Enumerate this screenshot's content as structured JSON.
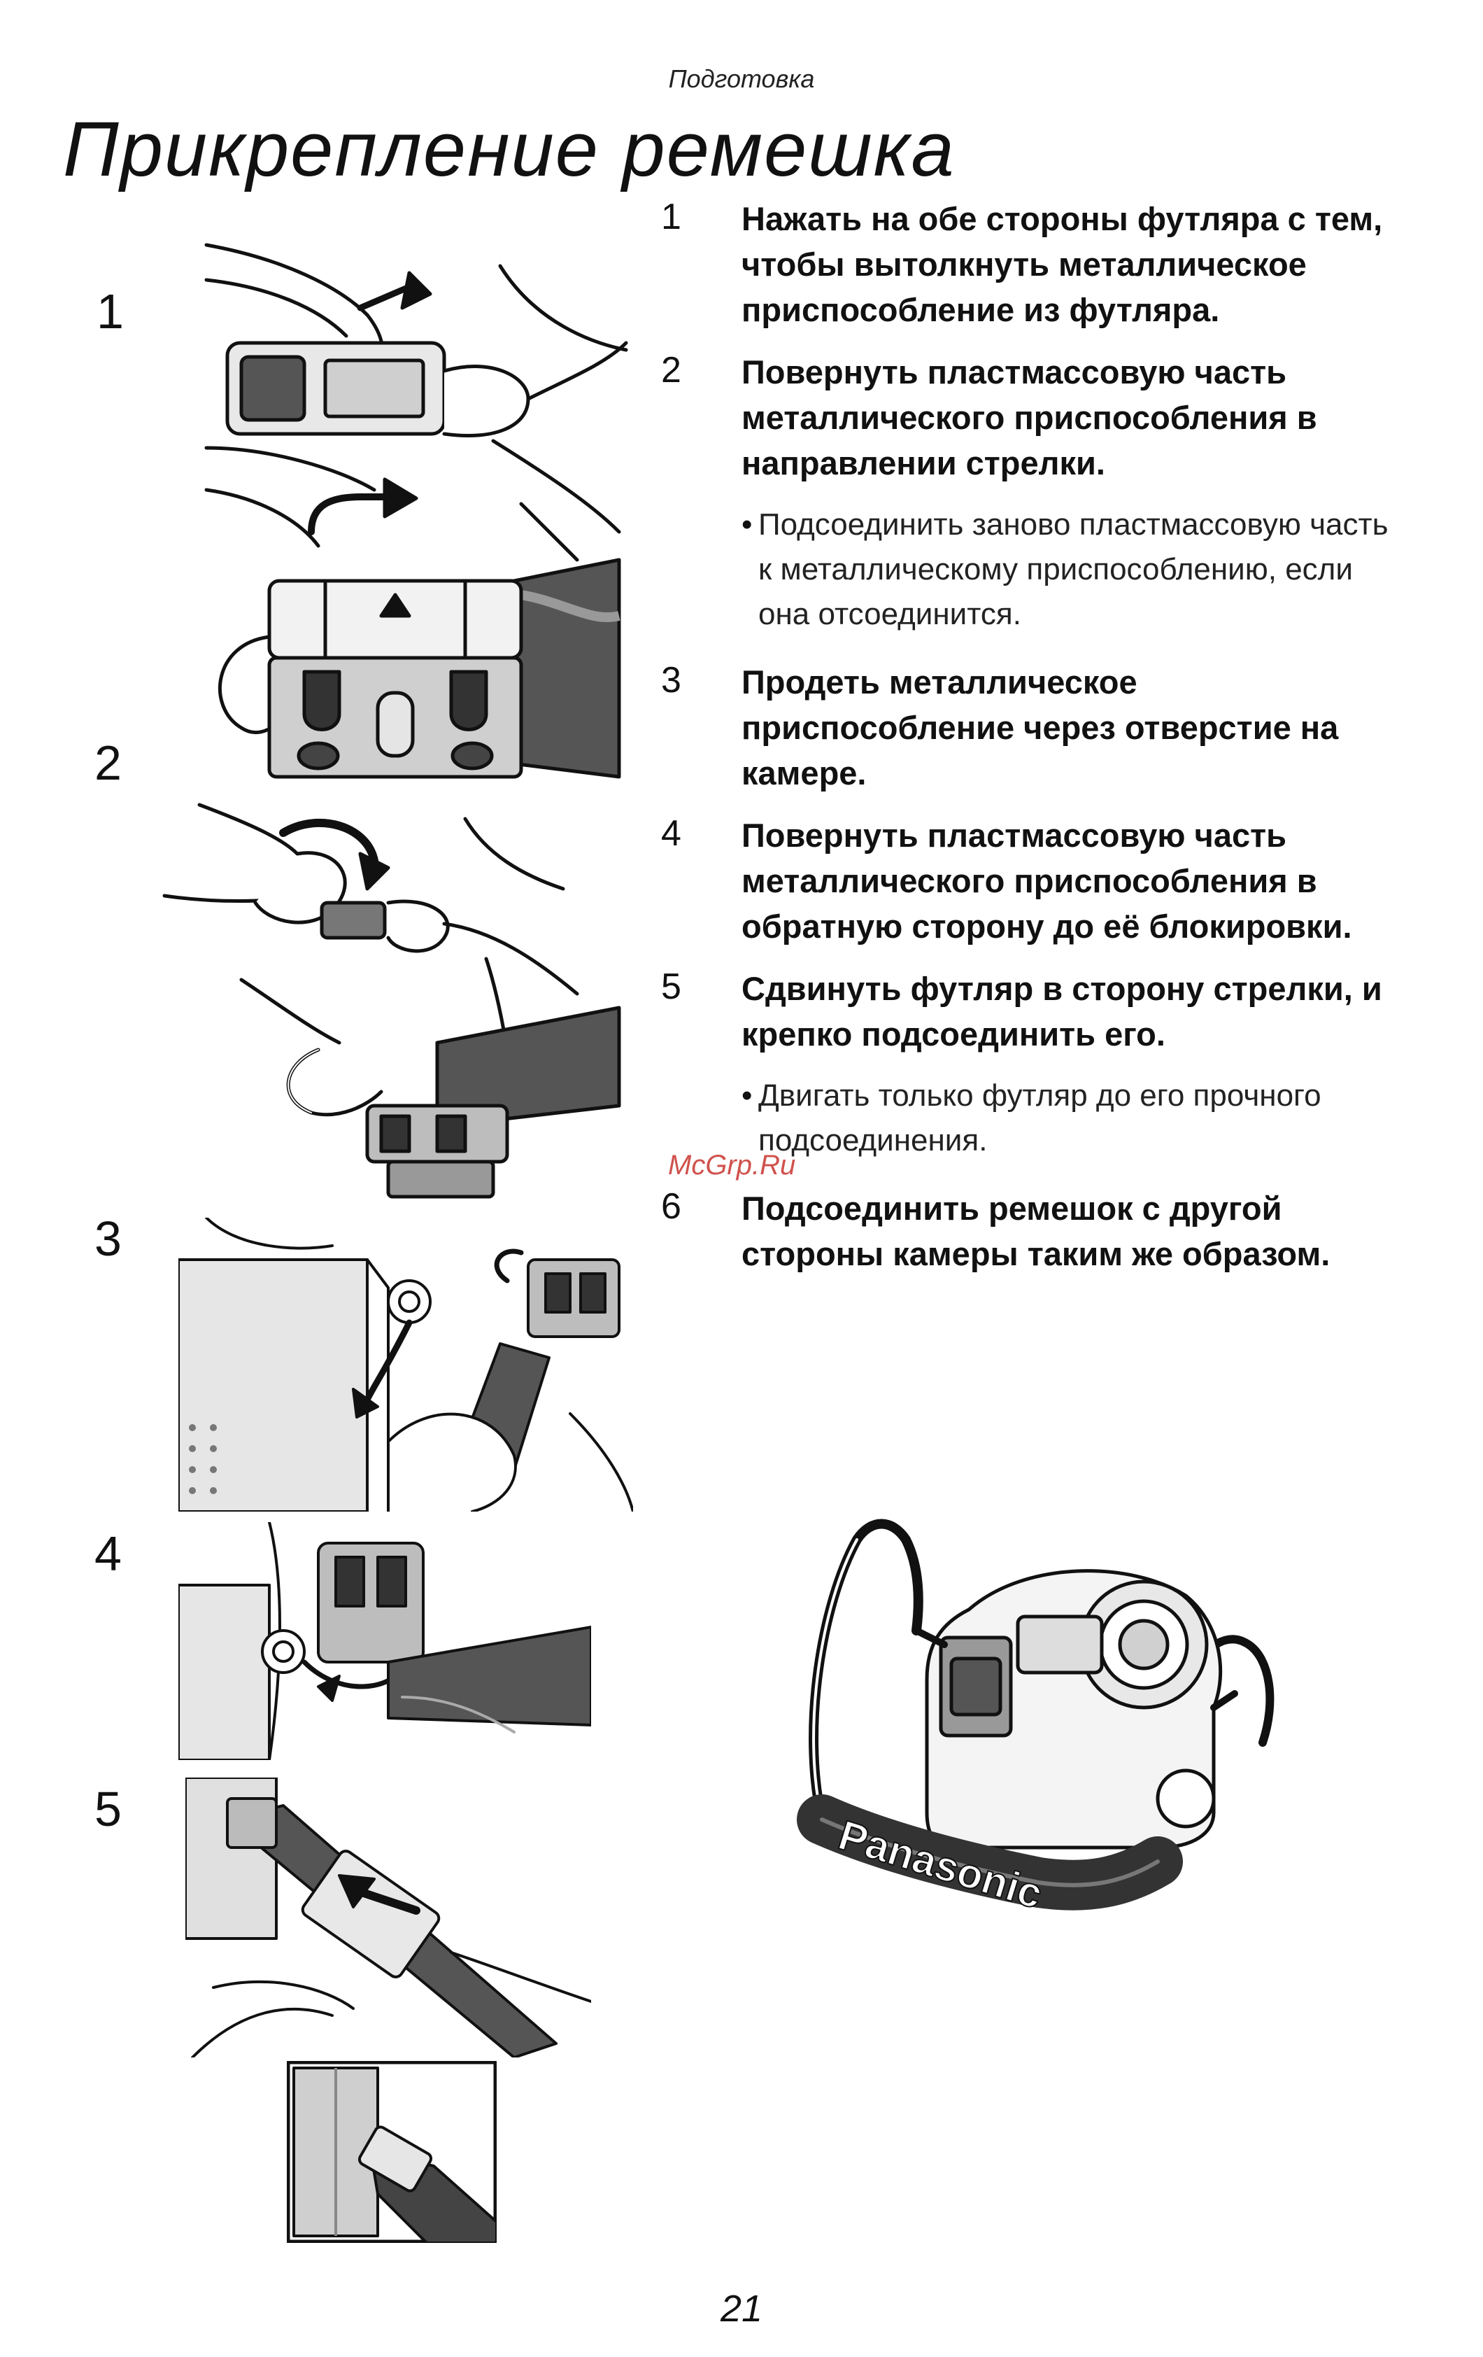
{
  "header": {
    "section": "Подготовка",
    "title": "Прикрепление ремешка"
  },
  "figures": [
    {
      "label": "1"
    },
    {
      "label": "2"
    },
    {
      "label": "3"
    },
    {
      "label": "4"
    },
    {
      "label": "5"
    }
  ],
  "steps": [
    {
      "num": "1",
      "text": "Нажать на обе стороны футляра с тем, чтобы вытолкнуть металлическое приспособление из футляра."
    },
    {
      "num": "2",
      "text": "Повернуть пластмассовую часть металлического приспособления в направлении стрелки.",
      "note": "Подсоединить заново пластмассовую часть к металлическому приспособлению, если она отсоединится."
    },
    {
      "num": "3",
      "text": "Продеть металлическое приспособление через отверстие на камере."
    },
    {
      "num": "4",
      "text": "Повернуть пластмассовую часть металлического приспособления в обратную сторону до её блокировки."
    },
    {
      "num": "5",
      "text": "Сдвинуть футляр в сторону стрелки, и крепко подсоединить его.",
      "note": "Двигать только футляр до его прочного подсоединения."
    },
    {
      "num": "6",
      "text": "Подсоединить ремешок с другой стороны камеры таким же образом."
    }
  ],
  "strap_brand": "Panasonic",
  "watermark": "McGrp.Ru",
  "page_number": "21"
}
